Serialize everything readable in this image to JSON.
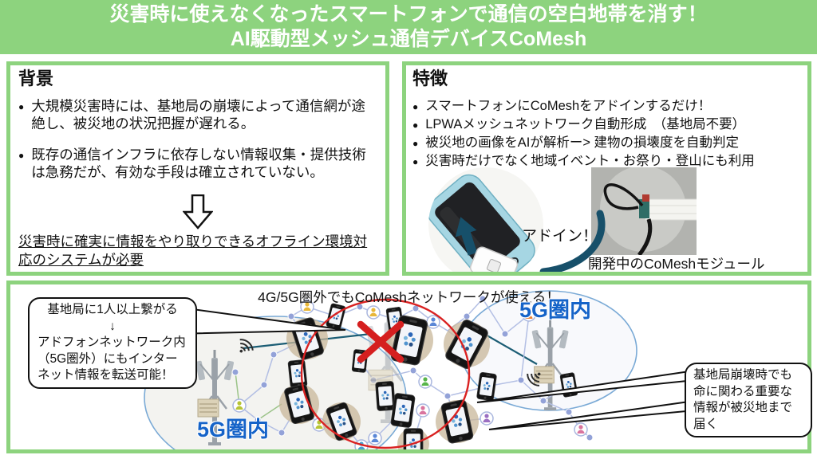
{
  "header": {
    "line1": "災害時に使えなくなったスマートフォンで通信の空白地帯を消す！",
    "line2": "AI駆動型メッシュ通信デバイスCoMesh"
  },
  "background": {
    "title": "背景",
    "bullet_char": "●",
    "bullets": [
      "大規模災害時には、基地局の崩壊によって通信網が途絶し、被災地の状況把握が遅れる。",
      "既存の通信インフラに依存しない情報収集・提供技術は急務だが、有効な手段は確立されていない。"
    ],
    "conclusion": "災害時に確実に情報をやり取りできるオフライン環境対応のシステムが必要"
  },
  "features": {
    "title": "特徴",
    "bullet_char": "●",
    "bullets": [
      "スマートフォンにCoMeshをアドインするだけ！",
      "LPWAメッシュネットワーク自動形成　（基地局不要）",
      "被災地の画像をAIが解析ー> 建物の損壊度を自動判定",
      "災害時だけでなく地域イベント・お祭り・登山にも利用"
    ],
    "addin_label": "アドイン！",
    "module_caption": "開発中のCoMeshモジュール"
  },
  "diagram": {
    "title": "4G/5G圏外でもCoMeshネットワークが使える！",
    "left_callout": [
      "基地局に1人以上繋がる",
      "↓",
      "アドフォンネットワーク内",
      "（5G圏外）にもインター",
      "ネット情報を転送可能！"
    ],
    "right_callout": [
      "基地局崩壊時でも",
      "命に関わる重要な",
      "情報が被災地まで",
      "届く"
    ],
    "left_zone_label": "5G圏内",
    "right_zone_label": "5G圏内"
  },
  "colors": {
    "banner_green": "#8dd37e",
    "zone_label_blue": "#1563c8",
    "alert_red": "#d92121",
    "coverage_blue": "#7aaad6",
    "arrow_teal": "#17506a"
  }
}
